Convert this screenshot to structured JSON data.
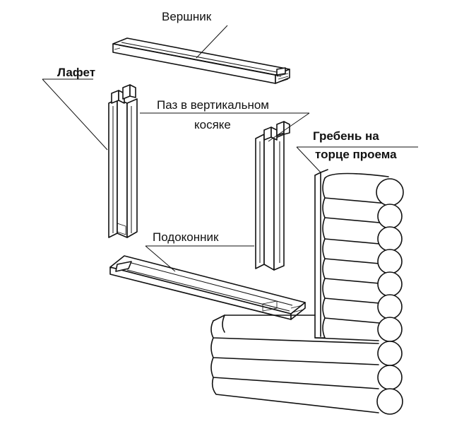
{
  "labels": {
    "top_beam": "Вершник",
    "side_post": "Лафет",
    "vertical_groove": [
      "Паз в вертикальном",
      "косяке"
    ],
    "comb": [
      "Гребень на",
      "торце проема"
    ],
    "sill": "Подоконник"
  }
}
